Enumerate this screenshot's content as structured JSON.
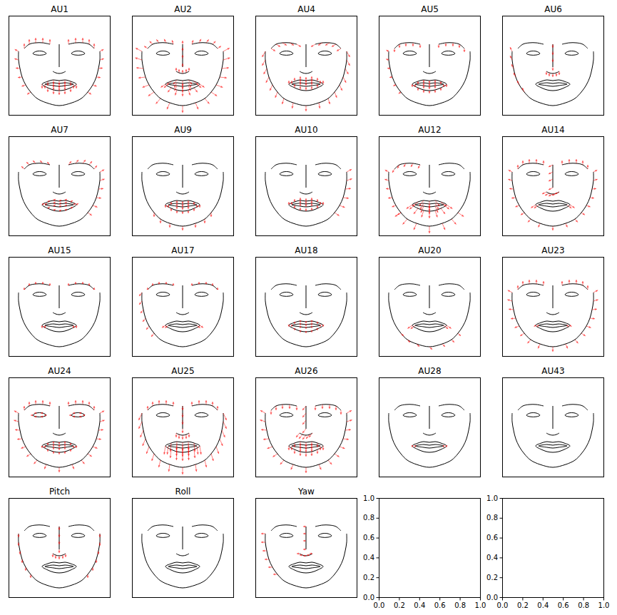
{
  "diagram": {
    "nodes": [
      {
        "text": [
          "AU1"
        ]
      },
      {
        "text": [
          "AU2"
        ]
      },
      {
        "text": [
          "AU4"
        ]
      },
      {
        "text": [
          "AU5"
        ]
      },
      {
        "text": [
          "AU6"
        ]
      },
      {
        "text": [
          "AU7"
        ]
      },
      {
        "text": [
          "AU9"
        ]
      },
      {
        "text": [
          "AU10"
        ]
      },
      {
        "text": [
          "AU12"
        ]
      },
      {
        "text": [
          "AU14"
        ]
      },
      {
        "text": [
          "AU15"
        ]
      },
      {
        "text": [
          "AU17"
        ]
      },
      {
        "text": [
          "AU18"
        ]
      },
      {
        "text": [
          "AU20"
        ]
      },
      {
        "text": [
          "AU23"
        ]
      },
      {
        "text": [
          "AU24"
        ]
      },
      {
        "text": [
          "AU25"
        ]
      },
      {
        "text": [
          "AU26"
        ]
      },
      {
        "text": [
          "AU28"
        ]
      },
      {
        "text": [
          "AU43"
        ]
      },
      {
        "text": [
          "Pitch"
        ]
      },
      {
        "text": [
          "Roll"
        ]
      },
      {
        "text": [
          "Yaw"
        ]
      }
    ],
    "labels": [
      "0.0",
      "0.2",
      "0.4",
      "0.6",
      "0.8",
      "1.0",
      "0.0",
      "0.2",
      "0.4",
      "0.6",
      "0.8",
      "1.0",
      "0.0",
      "0.2",
      "0.4",
      "0.6",
      "0.8",
      "1.0",
      "0.0",
      "0.2",
      "0.4",
      "0.6",
      "0.8",
      "1.0"
    ]
  }
}
